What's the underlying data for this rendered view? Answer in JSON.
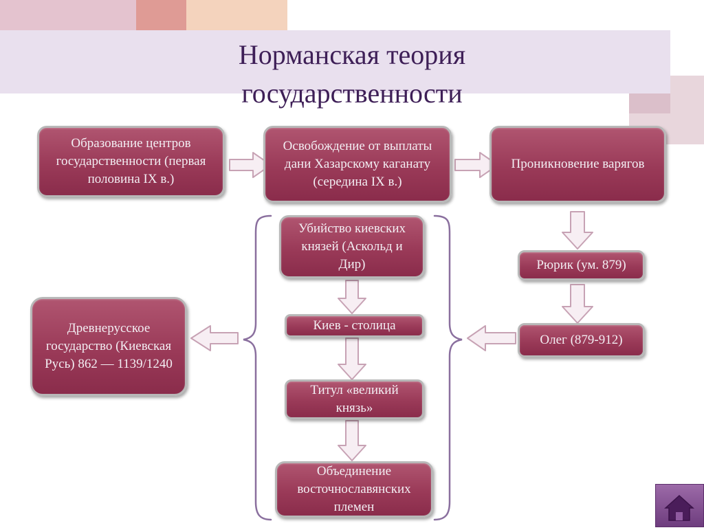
{
  "title": {
    "line1": "Норманская теория",
    "line2": "государственности"
  },
  "boxes": {
    "formation": "Образование центров государственности (первая половина IX в.)",
    "liberation": "Освобождение от выплаты дани Хазарскому каганату (середина IX в.)",
    "varangians": "Проникновение варягов",
    "murder": "Убийство киевских князей (Аскольд и Дир)",
    "kiev": "Киев - столица",
    "title_grand": "Титул «великий князь»",
    "unification": "Объединение восточнославянских племен",
    "rurik": "Рюрик (ум. 879)",
    "oleg": "Олег (879-912)",
    "old_rus": "Древнерусское государство (Киевская Русь) 862 — 1139/1240"
  },
  "colors": {
    "box_fill": "#9a3a58",
    "title_text": "#3e1f57",
    "title_band": "#e9e0ee",
    "arrow_fill": "#f7eef3",
    "arrow_stroke": "#c7a2b4",
    "brace": "#8a6f9e"
  },
  "icons": {
    "home": "home-icon"
  }
}
